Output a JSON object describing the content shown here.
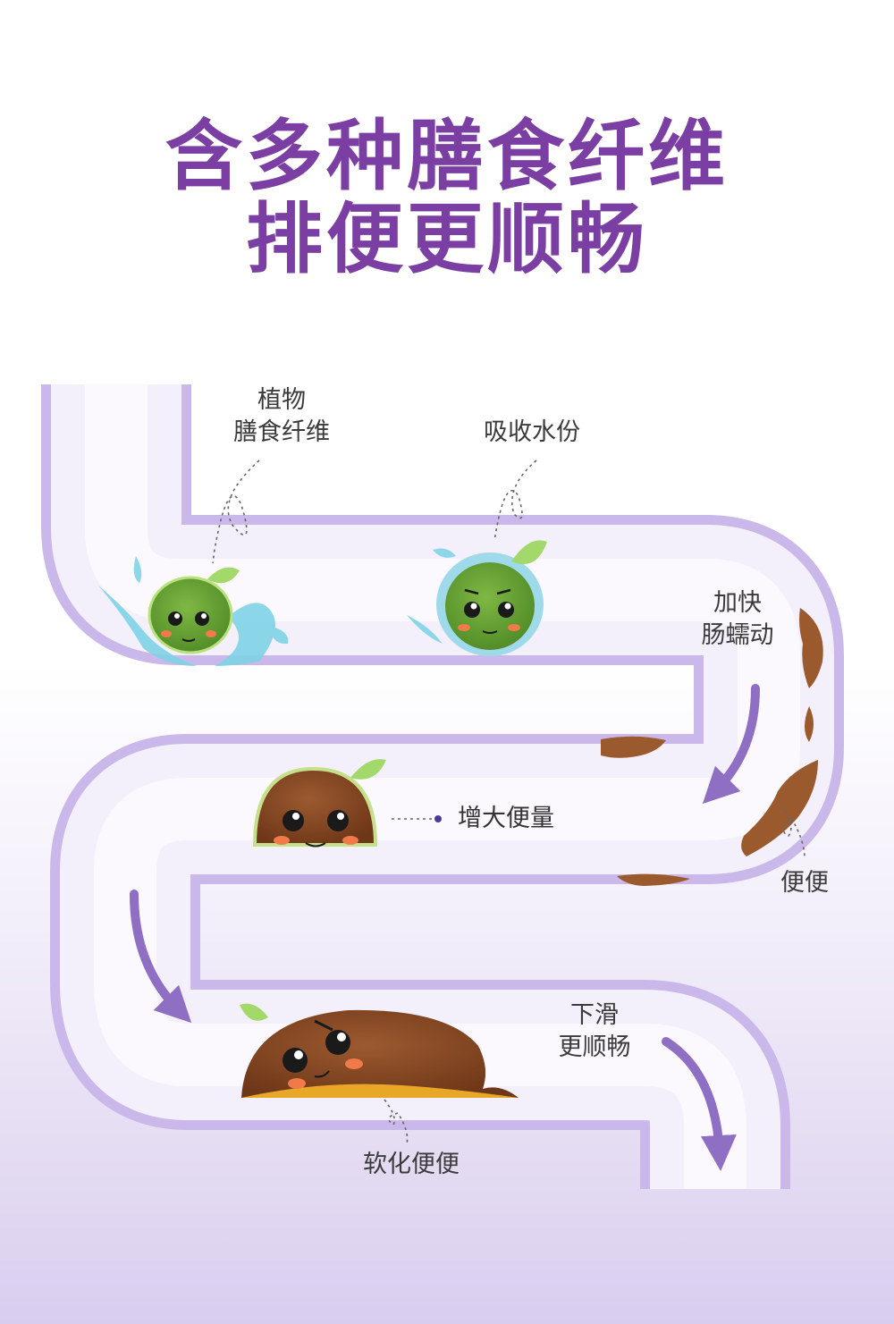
{
  "title": {
    "line1": "含多种膳食纤维",
    "line2": "排便更顺畅"
  },
  "labels": {
    "plant_fiber_line1": "植物",
    "plant_fiber_line2": "膳食纤维",
    "absorb_water": "吸收水份",
    "speed_peristalsis_line1": "加快",
    "speed_peristalsis_line2": "肠蠕动",
    "increase_volume": "增大便量",
    "stool": "便便",
    "slide_down_line1": "下滑",
    "slide_down_line2": "更顺畅",
    "soften_stool": "软化便便"
  },
  "colors": {
    "title": "#7b3fa3",
    "tube": "#f4f0fb",
    "tube_edge": "#cbb8ea",
    "arrow": "#8f6fc4",
    "fiber_green": "#6ea83a",
    "stool_brown": "#8a4a26",
    "water_blue": "#7fd3e6"
  }
}
